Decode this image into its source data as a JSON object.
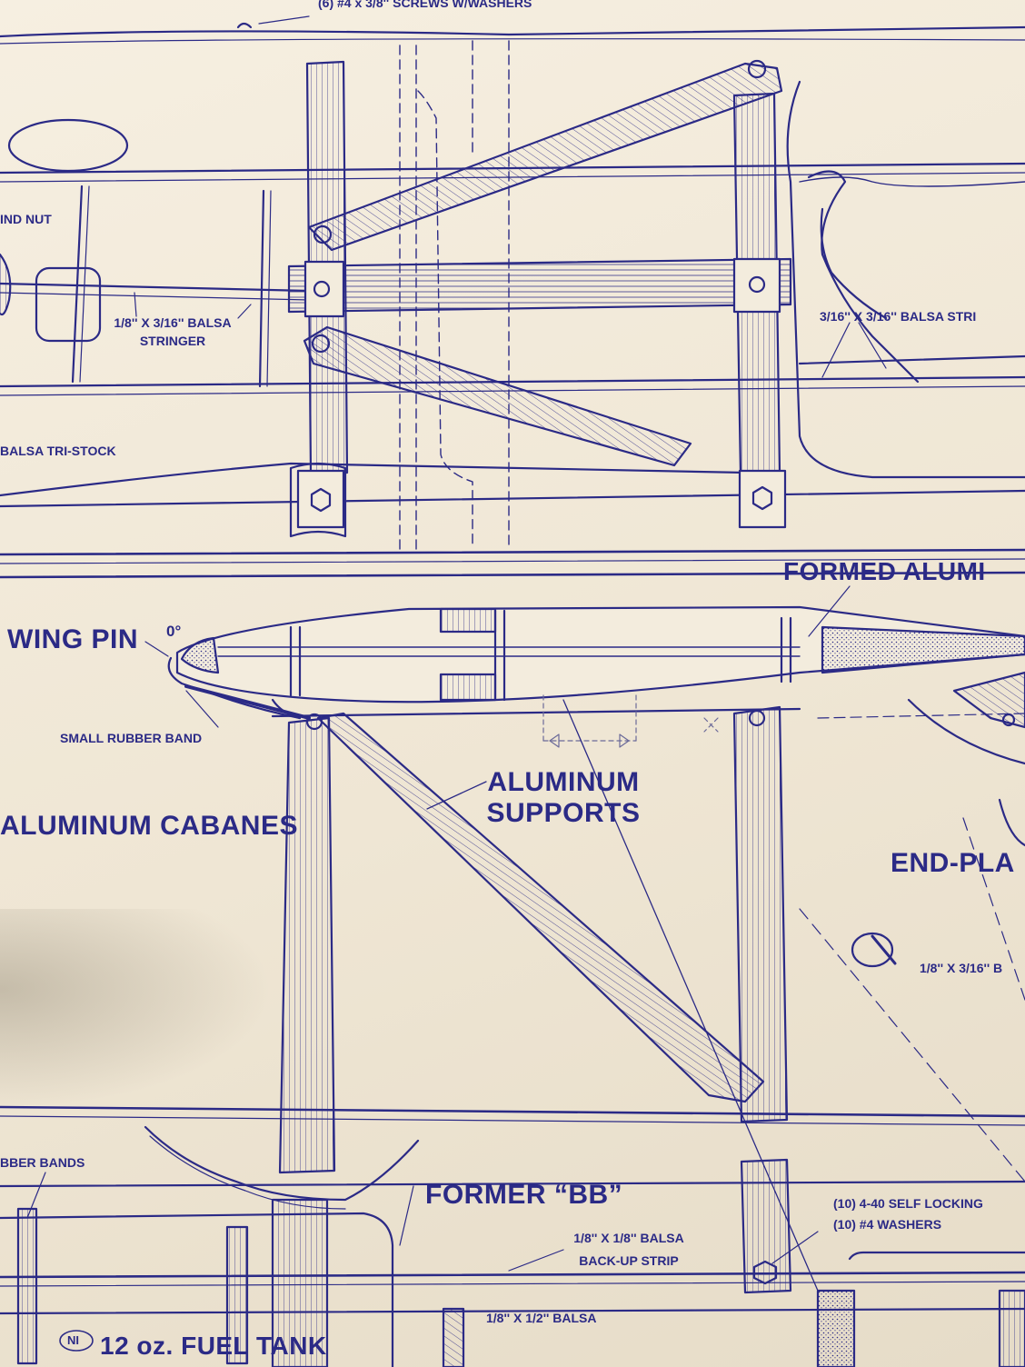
{
  "labels": {
    "screws": "(6) #4 x 3/8'' SCREWS W/WASHERS",
    "blind_nut": "IND NUT",
    "stringer_line1": "1/8'' X 3/16'' BALSA",
    "stringer_line2": "STRINGER",
    "stringer_right": "3/16'' X 3/16'' BALSA STRI",
    "tri_stock": "BALSA TRI-STOCK",
    "formed_aluminum": "FORMED ALUMI",
    "wing_pin": "WING PIN",
    "zero_degree": "0°",
    "small_rubber_band": "SMALL RUBBER BAND",
    "aluminum_cabanes": "ALUMINUM CABANES",
    "aluminum_supports_line1": "ALUMINUM",
    "aluminum_supports_line2": "SUPPORTS",
    "end_plate": "END-PLA",
    "balsa_right": "1/8'' X 3/16'' B",
    "rubber_bands": "BBER BANDS",
    "former_bb": "FORMER “BB”",
    "backup_line1": "1/8'' X 1/8'' BALSA",
    "backup_line2": "BACK-UP STRIP",
    "locking_line1": "(10) 4-40 SELF LOCKING",
    "locking_line2": "(10) #4 WASHERS",
    "balsa_half": "1/8'' X 1/2'' BALSA",
    "ni_tag": "NI",
    "fuel_tank": "12 oz. FUEL TANK"
  },
  "colors": {
    "ink": "#2b2a86",
    "paper": "#f3ecdd"
  }
}
